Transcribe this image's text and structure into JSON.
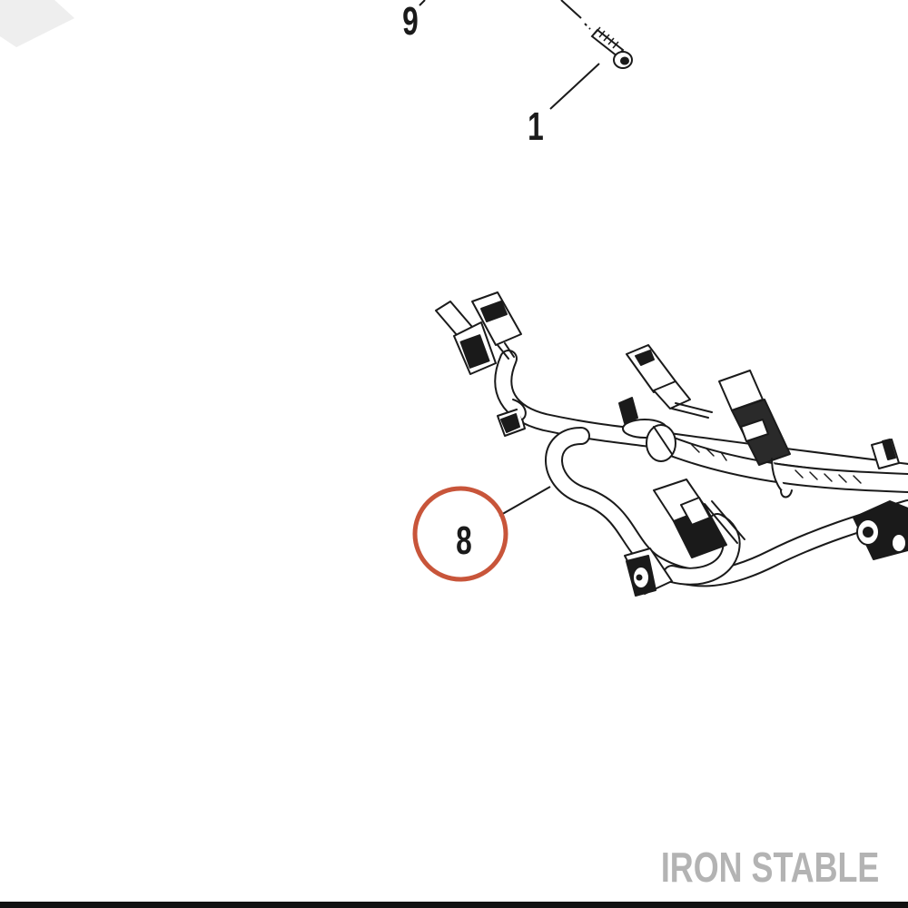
{
  "callouts": {
    "nine": "9",
    "one": "1",
    "eight": "8"
  },
  "watermark": {
    "text": "IRON STABLE"
  },
  "colors": {
    "line": "#1a1a1a",
    "highlight_ring": "#c8553a",
    "watermark": "#b3b3b3",
    "corner_shape": "#eeeeee",
    "bottom_bar": "#111111"
  },
  "highlighted_part": "8"
}
